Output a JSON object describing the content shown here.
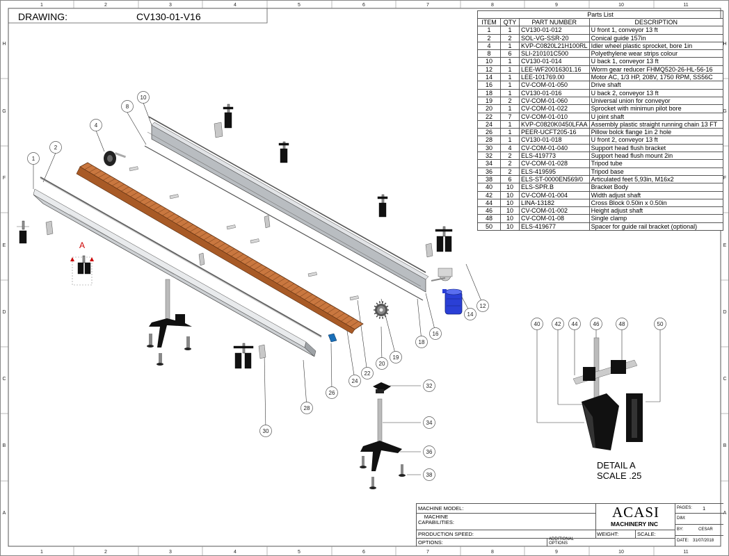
{
  "drawing": {
    "label": "DRAWING:",
    "number": "CV130-01-V16"
  },
  "border": {
    "columns": [
      "1",
      "2",
      "3",
      "4",
      "5",
      "6",
      "7",
      "8",
      "9",
      "10",
      "11"
    ],
    "rows": [
      "H",
      "G",
      "F",
      "E",
      "D",
      "C",
      "B",
      "A"
    ]
  },
  "parts_list": {
    "title": "Parts List",
    "headers": [
      "ITEM",
      "QTY",
      "PART NUMBER",
      "DESCRIPTION"
    ],
    "rows": [
      [
        "1",
        "1",
        "CV130-01-012",
        "U front 1, conveyor 13 ft"
      ],
      [
        "2",
        "2",
        "SOL-VG-SSR-20",
        "Conical guide 157in"
      ],
      [
        "4",
        "1",
        "KVP-C0820L21H100RL",
        "Idler wheel plastic sprocket, bore 1in"
      ],
      [
        "8",
        "6",
        "SLI-210101C500",
        "Polyethylene wear strips colour"
      ],
      [
        "10",
        "1",
        "CV130-01-014",
        "U back 1, conveyor 13 ft"
      ],
      [
        "12",
        "1",
        "LEE-WF20016301.16",
        "Worm gear reducer FHMQ520-26-HL-56-16"
      ],
      [
        "14",
        "1",
        "LEE-101769.00",
        "Motor AC, 1/3 HP, 208V, 1750 RPM, SS56C"
      ],
      [
        "16",
        "1",
        "CV-COM-01-050",
        "Drive shaft"
      ],
      [
        "18",
        "1",
        "CV130-01-016",
        "U back 2, conveyor 13 ft"
      ],
      [
        "19",
        "2",
        "CV-COM-01-060",
        "Universal union for conveyor"
      ],
      [
        "20",
        "1",
        "CV-COM-01-022",
        "Sprocket with minimun pilot bore"
      ],
      [
        "22",
        "7",
        "CV-COM-01-010",
        "U joint shaft"
      ],
      [
        "24",
        "1",
        "KVP-C0820K0450LFAA",
        "Assembly plastic straight running chain 13 FT"
      ],
      [
        "26",
        "1",
        "PEER-UCFT205-16",
        "Pillow bolck flange 1in 2 hole"
      ],
      [
        "28",
        "1",
        "CV130-01-018",
        "U front 2, conveyor 13 ft"
      ],
      [
        "30",
        "4",
        "CV-COM-01-040",
        "Support head flush bracket"
      ],
      [
        "32",
        "2",
        "ELS-419773",
        "Support head flush mount 2in"
      ],
      [
        "34",
        "2",
        "CV-COM-01-028",
        "Tripod tube"
      ],
      [
        "36",
        "2",
        "ELS-419595",
        "Tripod base"
      ],
      [
        "38",
        "6",
        "ELS-ST-0000EN569/0",
        "Articulated feet 5,93in, M16x2"
      ],
      [
        "40",
        "10",
        "ELS-SPR.B",
        "Bracket Body"
      ],
      [
        "42",
        "10",
        "CV-COM-01-004",
        "Width adjust shaft"
      ],
      [
        "44",
        "10",
        "LINA-13182",
        "Cross Block 0.50in x 0.50in"
      ],
      [
        "46",
        "10",
        "CV-COM-01-002",
        "Height adjust shaft"
      ],
      [
        "48",
        "10",
        "CV-COM-01-08",
        "Single clamp"
      ],
      [
        "50",
        "10",
        "ELS-419677",
        "Spacer for guide rail bracket (optional)"
      ]
    ]
  },
  "balloons": [
    "1",
    "2",
    "4",
    "8",
    "10",
    "12",
    "14",
    "16",
    "18",
    "19",
    "20",
    "22",
    "24",
    "26",
    "28",
    "30",
    "32",
    "34",
    "36",
    "38",
    "40",
    "42",
    "44",
    "46",
    "48",
    "50"
  ],
  "section_marker": "A",
  "detail": {
    "line1": "DETAIL  A",
    "line2": "SCALE .25"
  },
  "title_block": {
    "machine_model": "MACHINE MODEL:",
    "machine_capabilities": "MACHINE\nCAPABILITIES:",
    "production_speed": "PRODUCTION SPEED:",
    "options": "OPTIONS:",
    "additional_options": "ADDITIONAL\nOPTIONS",
    "company": "ACASI",
    "company_sub": "MACHINERY INC",
    "weight": "WEIGHT:",
    "scale": "SCALE:",
    "pages_label": "PAGES:",
    "pages_value": "1",
    "dim_label": "DIM:",
    "by_label": "BY:",
    "by_value": "CESAR",
    "date_label": "DATE:",
    "date_value": "31/07/2018"
  },
  "colors": {
    "chain": "#c9773f",
    "motor": "#2a3fd6",
    "rail": "#b8bcc0",
    "ink": "#000000"
  }
}
